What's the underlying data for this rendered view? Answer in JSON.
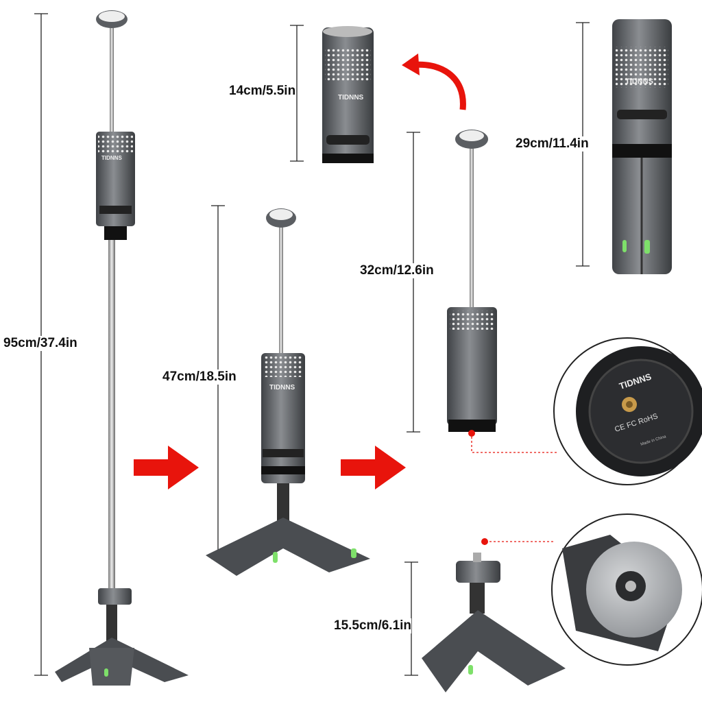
{
  "brand": "TIDNNS",
  "dimensions": {
    "full_height": "95cm/37.4in",
    "light_only": "14cm/5.5in",
    "folded": "29cm/11.4in",
    "tripod_mode": "47cm/18.5in",
    "handheld": "32cm/12.6in",
    "tripod_only": "15.5cm/6.1in"
  },
  "detail_label": {
    "certifications": "CE FC RoHS",
    "origin": "Made in China"
  },
  "colors": {
    "arrow": "#e8140c",
    "body": "#5c5f63",
    "accent_light": "#7ee06a",
    "dim_line": "#222222"
  },
  "icons": [
    "red-arrow-right-icon",
    "red-curved-arrow-icon"
  ]
}
